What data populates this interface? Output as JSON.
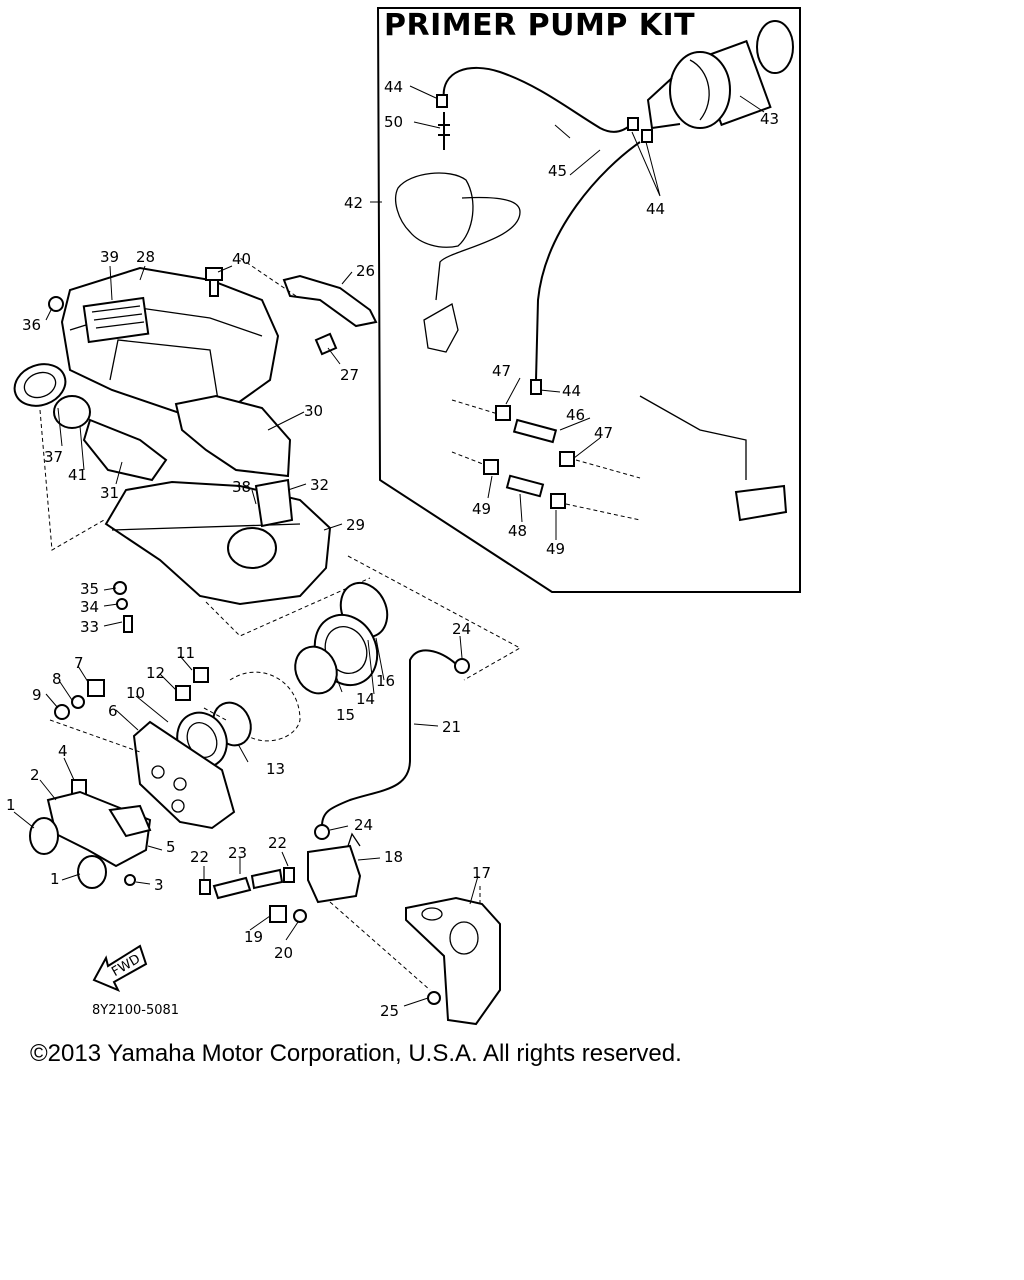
{
  "kit_title": "PRIMER PUMP KIT",
  "diagram_code": "8Y2100-5081",
  "copyright": "©2013 Yamaha Motor Corporation, U.S.A. All rights reserved.",
  "fwd_label": "FWD",
  "callouts": {
    "c1a": "1",
    "c1b": "1",
    "c2": "2",
    "c3": "3",
    "c4": "4",
    "c5": "5",
    "c6": "6",
    "c7": "7",
    "c8": "8",
    "c9": "9",
    "c10": "10",
    "c11": "11",
    "c12": "12",
    "c13": "13",
    "c14": "14",
    "c15": "15",
    "c16": "16",
    "c17": "17",
    "c18": "18",
    "c19": "19",
    "c20": "20",
    "c21": "21",
    "c22a": "22",
    "c22b": "22",
    "c23": "23",
    "c24a": "24",
    "c24b": "24",
    "c25": "25",
    "c26": "26",
    "c27": "27",
    "c28": "28",
    "c29": "29",
    "c30": "30",
    "c31": "31",
    "c32": "32",
    "c33": "33",
    "c34": "34",
    "c35": "35",
    "c36": "36",
    "c37": "37",
    "c38": "38",
    "c39": "39",
    "c40": "40",
    "c41": "41",
    "c42": "42",
    "c43": "43",
    "c44a": "44",
    "c44b": "44",
    "c44c": "44",
    "c45": "45",
    "c46": "46",
    "c47a": "47",
    "c47b": "47",
    "c48": "48",
    "c49a": "49",
    "c49b": "49",
    "c50": "50"
  }
}
